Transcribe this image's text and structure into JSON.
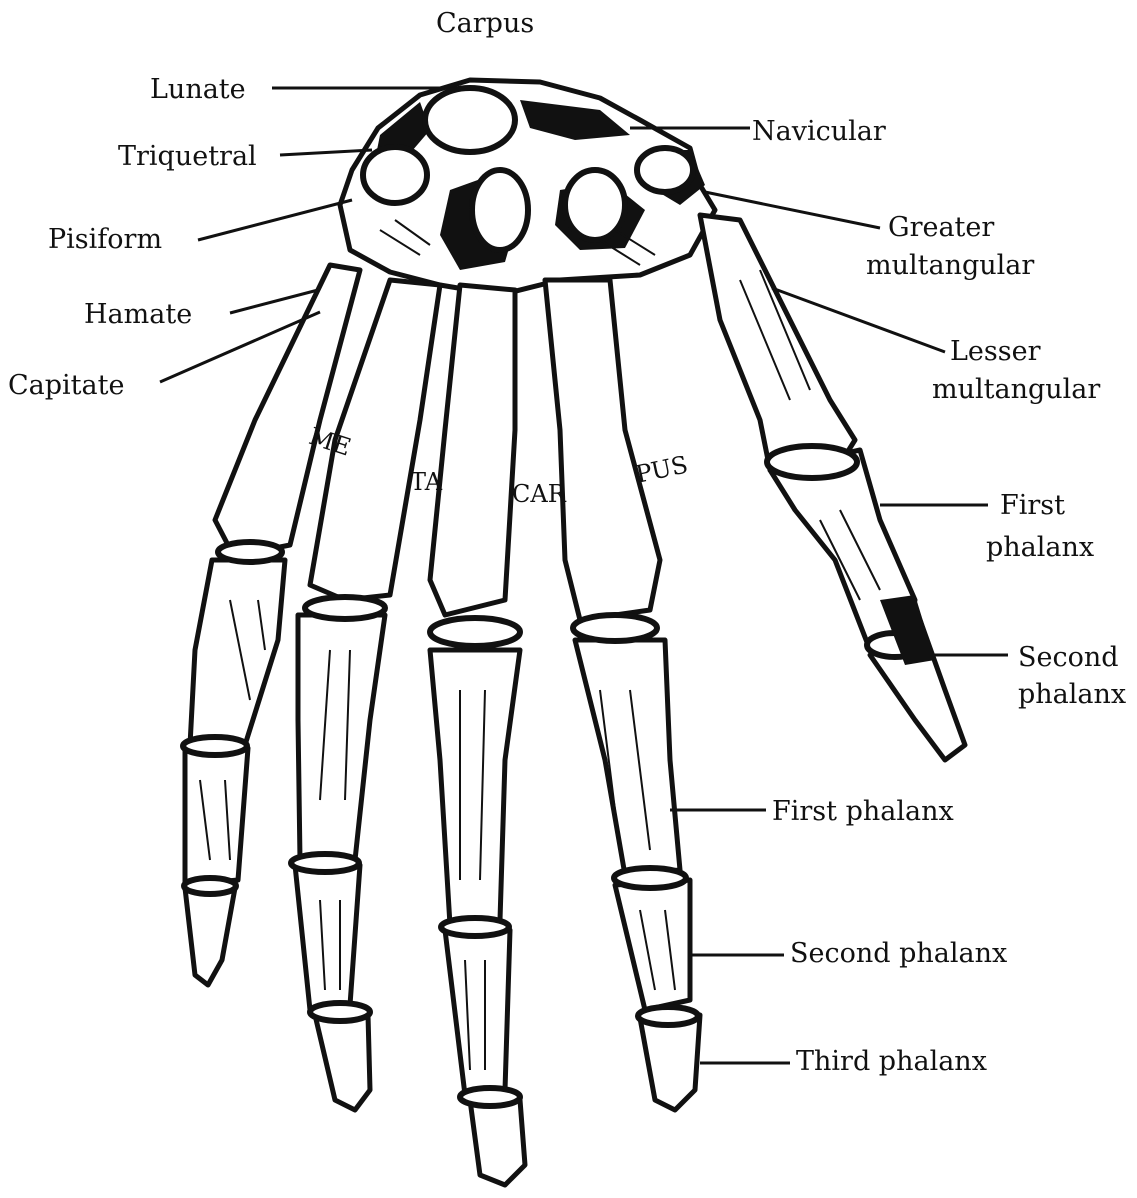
{
  "title": "Carpus",
  "labels": {
    "lunate": "Lunate",
    "triquetral": "Triquetral",
    "pisiform": "Pisiform",
    "hamate": "Hamate",
    "capitate": "Capitate",
    "navicular": "Navicular",
    "greater_multangular_1": "Greater",
    "greater_multangular_2": "multangular",
    "lesser_multangular_1": "Lesser",
    "lesser_multangular_2": "multangular",
    "thumb_first_phalanx_1": "First",
    "thumb_first_phalanx_2": "phalanx",
    "thumb_second_phalanx_1": "Second",
    "thumb_second_phalanx_2": "phalanx",
    "first_phalanx": "First phalanx",
    "second_phalanx": "Second phalanx",
    "third_phalanx": "Third phalanx"
  },
  "metacarpus": {
    "part1": "ME",
    "part2": "TA",
    "part3": "CAR",
    "part4": "PUS"
  }
}
